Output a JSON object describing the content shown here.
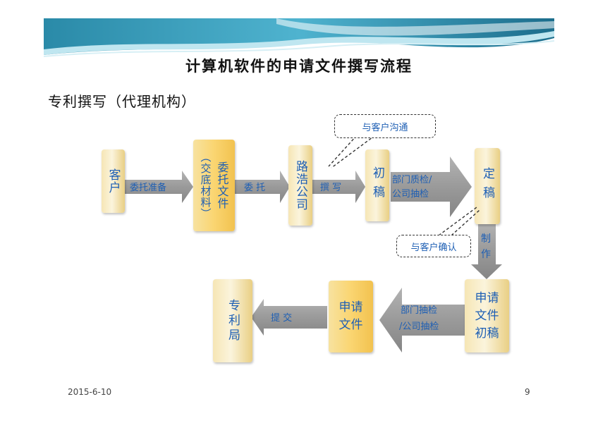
{
  "slide": {
    "title": "计算机软件的申请文件撰写流程",
    "subtitle": "专利撰写（代理机构）",
    "date": "2015-6-10",
    "page_number": "9"
  },
  "flow": {
    "nodes": {
      "client": "客户",
      "entrusted_docs": "委托文件",
      "handover_materials": "（交底材料）",
      "luhao_company": "路浩公司",
      "first_draft": "初稿",
      "final_draft": "定稿",
      "app_first_draft": "申请文件初稿",
      "app_docs": "申请文件",
      "patent_office": "专利局"
    },
    "arrows": {
      "prep": "委托准备",
      "entrust": "委 托",
      "write": "撰 写",
      "dept_qc_line1": "部门质检/",
      "dept_qc_line2": "公司抽检",
      "produce": "制作",
      "dept_sample_line1": "部门抽检",
      "dept_sample_line2": "/公司抽检",
      "submit": "提 交"
    },
    "callouts": {
      "client_communication": "与客户沟通",
      "client_confirmation": "与客户确认"
    }
  },
  "colors": {
    "text_blue": "#1e5fb4",
    "arrow_gray": "#9a9a9a",
    "box_gold": "#f2c24f",
    "banner_teal": "#1f6f8f"
  }
}
